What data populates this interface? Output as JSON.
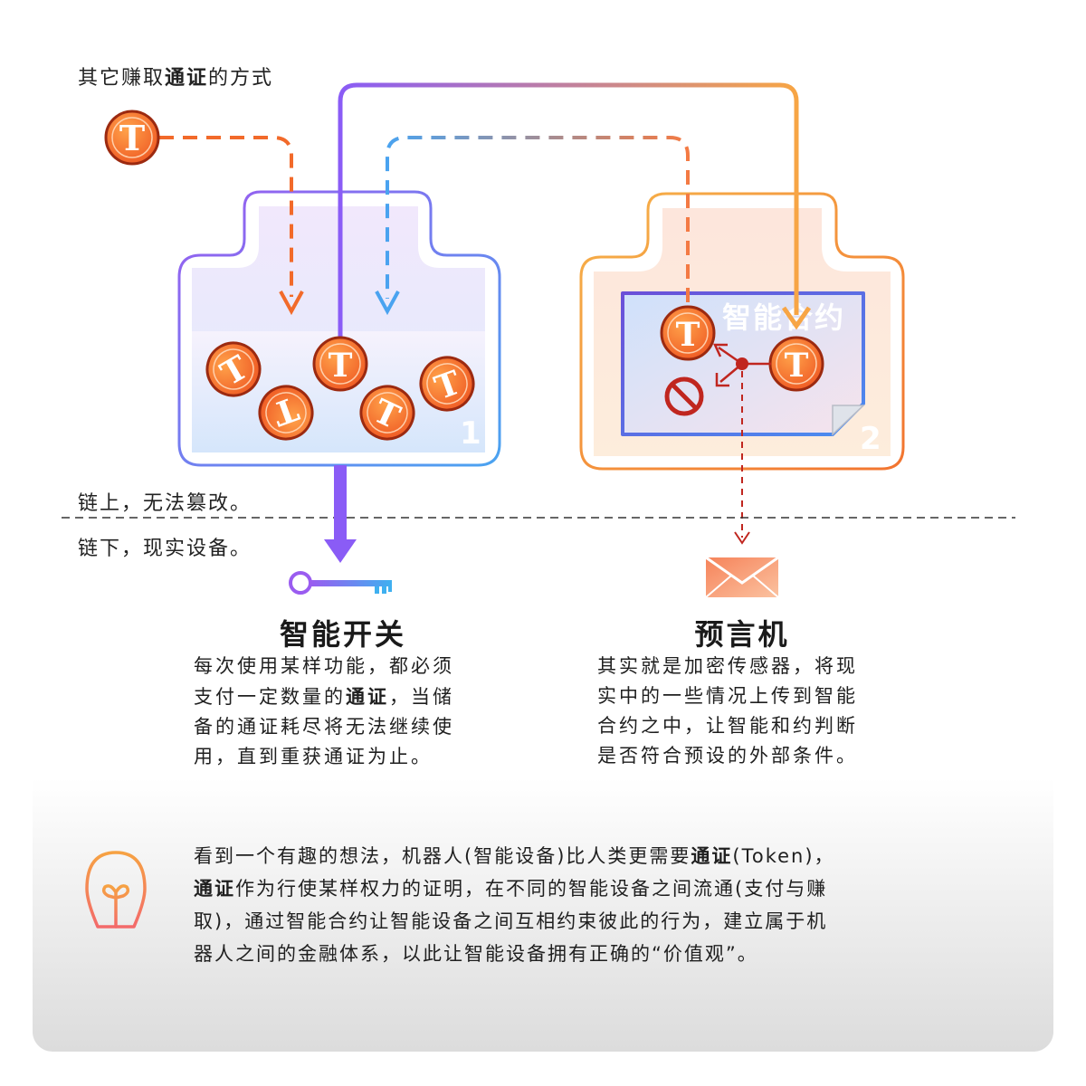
{
  "header": {
    "prefix": "其它赚取",
    "bold": "通证",
    "suffix": "的方式"
  },
  "token_symbol": "T",
  "boxes": {
    "box1": {
      "number": "1"
    },
    "box2": {
      "number": "2",
      "contract_label": "智能合约"
    }
  },
  "divider": {
    "on_chain": "链上，无法篡改。",
    "off_chain": "链下，现实设备。"
  },
  "smart_switch": {
    "title": "智能开关",
    "lines": [
      {
        "text": "每次使用某样功能，都必须"
      },
      {
        "pre": "支付一定数量的",
        "bold": "通证",
        "post": "，当储"
      },
      {
        "text": "备的通证耗尽将无法继续使"
      },
      {
        "text": "用，直到重获通证为止。"
      }
    ]
  },
  "oracle": {
    "title": "预言机",
    "lines": [
      "其实就是加密传感器，将现",
      "实中的一些情况上传到智能",
      "合约之中，让智能和约判断",
      "是否符合预设的外部条件。"
    ]
  },
  "idea": {
    "l1_pre": "看到一个有趣的想法，机器人(智能设备)比人类更需要",
    "l1_bold": "通证",
    "l1_post": "(Token)，",
    "l2_bold": "通证",
    "l2_post": "作为行使某样权力的证明，在不同的智能设备之间流通(支付与赚",
    "l3": "取)，通过智能合约让智能设备之间互相约束彼此的行为，建立属于机",
    "l4": "器人之间的金融体系，以此让智能设备拥有正确的“价值观”。"
  },
  "icons": [
    "token-coin-icon",
    "key-icon",
    "envelope-icon",
    "lightbulb-icon",
    "prohibited-icon"
  ],
  "colors": {
    "orange": "#f26a2a",
    "orange_light": "#f7a545",
    "purple": "#8a5cf6",
    "blue": "#4aa3f0",
    "dark_red": "#c0261f"
  }
}
